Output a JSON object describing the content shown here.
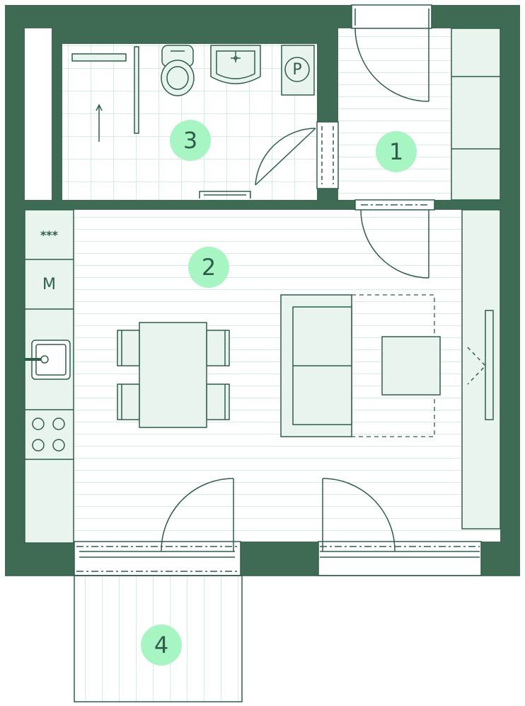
{
  "colors": {
    "wall": "#3f6b55",
    "line": "#2e5e4a",
    "floor_fill": "#e9f4ef",
    "floor_line": "#d7ebe1",
    "label_bg": "#a8f5c4"
  },
  "rooms": [
    {
      "number": "1"
    },
    {
      "number": "2"
    },
    {
      "number": "3"
    },
    {
      "number": "4"
    }
  ],
  "kitchen": {
    "dishwasher_label": "***",
    "microwave_label": "M"
  },
  "bathroom": {
    "bidet_symbol": "P"
  },
  "icons": [
    "toilet-icon",
    "washbasin-icon",
    "shower-icon",
    "sink-icon",
    "stove-icon",
    "sofa-icon",
    "dining-table-icon",
    "coffee-table-icon",
    "tv-icon",
    "door-icon",
    "window-icon"
  ]
}
